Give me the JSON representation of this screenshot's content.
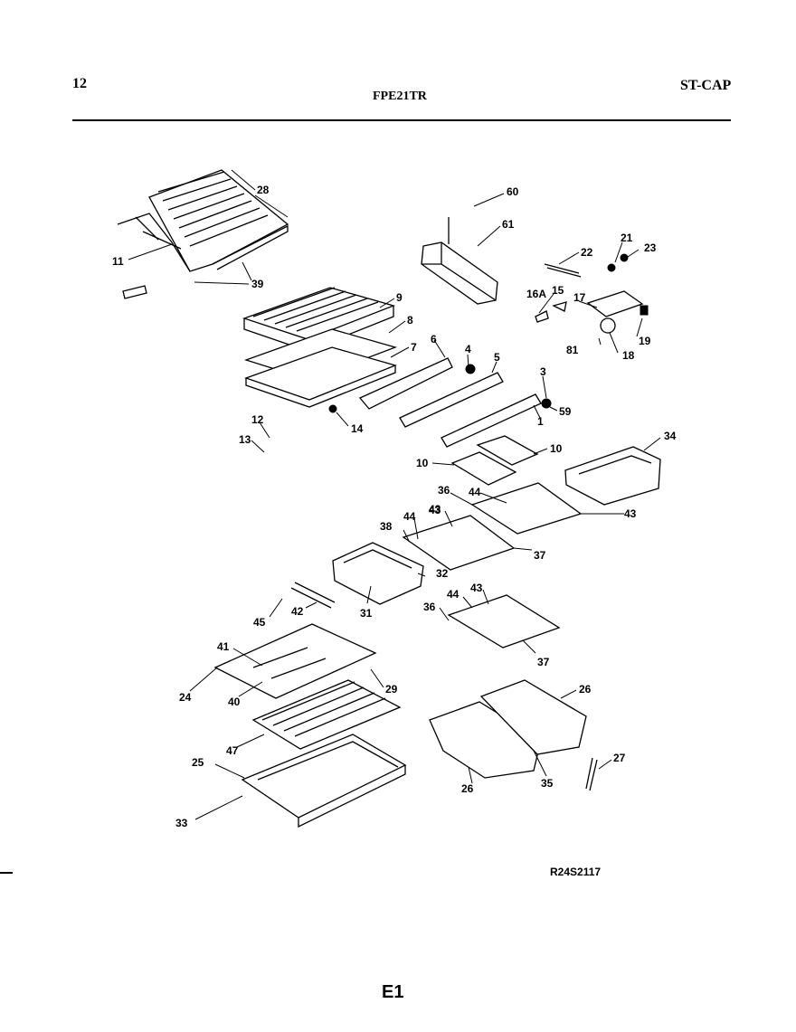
{
  "header": {
    "page_number": "12",
    "model": "FPE21TR",
    "code": "ST-CAP"
  },
  "figure_code": "R24S2117",
  "footer": {
    "section": "E1"
  },
  "part_labels": [
    "28",
    "11",
    "39",
    "60",
    "61",
    "22",
    "21",
    "23",
    "16A",
    "15",
    "17",
    "81",
    "18",
    "19",
    "9",
    "8",
    "7",
    "6",
    "4",
    "5",
    "3",
    "59",
    "1",
    "14",
    "12",
    "13",
    "10",
    "10",
    "34",
    "36",
    "44",
    "43",
    "43",
    "38",
    "44",
    "43",
    "37",
    "32",
    "31",
    "45",
    "42",
    "36",
    "44",
    "43",
    "37",
    "41",
    "24",
    "40",
    "29",
    "26",
    "47",
    "25",
    "33",
    "26",
    "35",
    "27"
  ]
}
